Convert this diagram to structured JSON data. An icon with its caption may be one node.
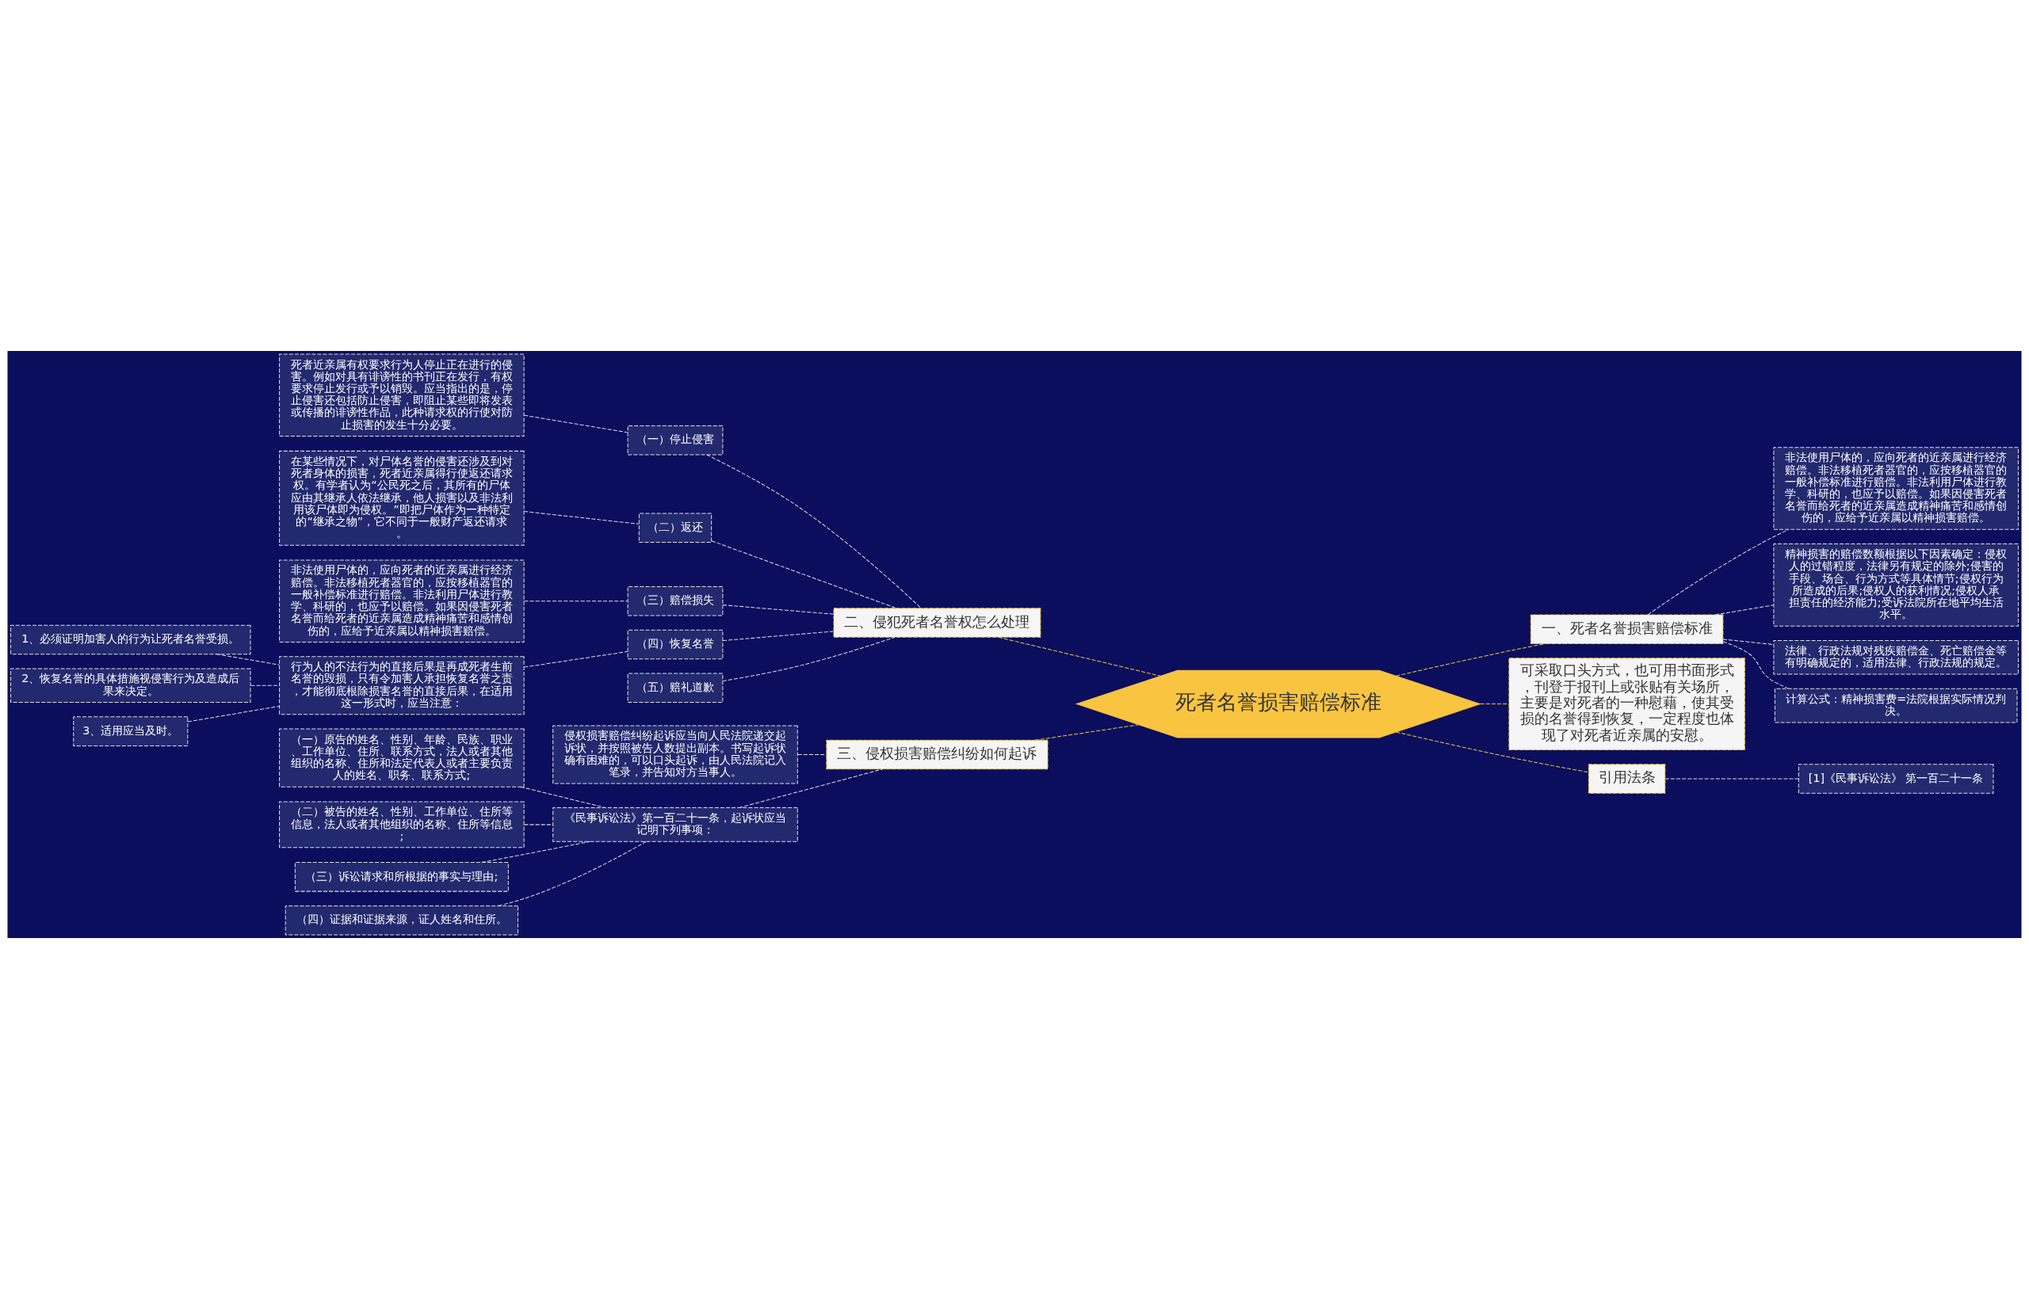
{
  "diagram": {
    "nodes": [
      {
        "text": [
          "死者名誉损害赔偿标准"
        ]
      },
      {
        "text": [
          "二、侵犯死者名誉权怎么处理"
        ]
      },
      {
        "text": [
          "（一）停止侵害"
        ]
      },
      {
        "text": [
          "死者近亲属有权要求行为人停止正在进行的侵害。例如对具有诽谤性的书刊正在发行，有权要求停止发行或予以销毁。应当指出的是，停止侵害还包括防止侵害，即阻止某些即将发表或传播的诽谤性作品，此种请求权的行使对防止损害的发生十分必要。"
        ]
      },
      {
        "text": [
          "（二）返还"
        ]
      },
      {
        "text": [
          "在某些情况下，对尸体名誉的侵害还涉及到对死者身体的损害，死者近亲属得行使返还请求权。有学者认为“公民死之后，其所有的尸体应由其继承人依法继承，他人损害以及非法利用该尸体即为侵权。”即把尸体作为一种特定的“继承之物”，它不同于一般财产返还请求。"
        ]
      },
      {
        "text": [
          "（三）赔偿损失"
        ]
      },
      {
        "text": [
          "非法使用尸体的，应向死者的近亲属进行经济赔偿。非法移植死者器官的，应按移植器官的一般补偿标准进行赔偿。非法利用尸体进行教学、科研的，也应予以赔偿。如果因侵害死者名誉而给死者的近亲属造成精神痛苦和感情创伤的，应给予近亲属以精神损害赔偿。"
        ]
      },
      {
        "text": [
          "（四）恢复名誉"
        ]
      },
      {
        "text": [
          "行为人的不法行为的直接后果是再成死者生前名誉的毁损，只有令加害人承担恢复名誉之责，才能彻底根除损害名誉的直接后果，在适用这一形式时，应当注意："
        ]
      },
      {
        "text": [
          "1、必须证明加害人的行为让死者名誉受损。"
        ]
      },
      {
        "text": [
          "2、恢复名誉的具体措施视侵害行为及造成后果来决定。"
        ]
      },
      {
        "text": [
          "3、适用应当及时。"
        ]
      },
      {
        "text": [
          "（五）赔礼道歉"
        ]
      },
      {
        "text": [
          "三、侵权损害赔偿纠纷如何起诉"
        ]
      },
      {
        "text": [
          "侵权损害赔偿纠纷起诉应当向人民法院递交起诉状，并按照被告人数提出副本。书写起诉状确有困难的，可以口头起诉，由人民法院记入笔录，并告知对方当事人。"
        ]
      },
      {
        "text": [
          "《民事诉讼法》第一百二十一条，起诉状应当记明下列事项："
        ]
      },
      {
        "text": [
          "（一）原告的姓名、性别、年龄、民族、职业、工作单位、住所、联系方式，法人或者其他组织的名称、住所和法定代表人或者主要负责人的姓名、职务、联系方式;"
        ]
      },
      {
        "text": [
          "（二）被告的姓名、性别、工作单位、住所等信息，法人或者其他组织的名称、住所等信息;"
        ]
      },
      {
        "text": [
          "（三）诉讼请求和所根据的事实与理由;"
        ]
      },
      {
        "text": [
          "（四）证据和证据来源，证人姓名和住所。"
        ]
      },
      {
        "text": [
          "一、死者名誉损害赔偿标准"
        ]
      },
      {
        "text": [
          "非法使用尸体的，应向死者的近亲属进行经济赔偿。非法移植死者器官的，应按移植器官的一般补偿标准进行赔偿。非法利用尸体进行教学、科研的，也应予以赔偿。如果因侵害死者名誉而给死者的近亲属造成精神痛苦和感情创伤的，应给予近亲属以精神损害赔偿。"
        ]
      },
      {
        "text": [
          "精神损害的赔偿数额根据以下因素确定：侵权人的过错程度，法律另有规定的除外;侵害的手段、场合、行为方式等具体情节;侵权行为所造成的后果;侵权人的获利情况;侵权人承担责任的经济能力;受诉法院所在地平均生活水平。"
        ]
      },
      {
        "text": [
          "法律、行政法规对残疾赔偿金、死亡赔偿金等有明确规定的，适用法律、行政法规的规定。"
        ]
      },
      {
        "text": [
          "计算公式：精神损害费=法院根据实际情况判决。"
        ]
      },
      {
        "text": [
          "可采取口头方式，也可用书面形式，刊登于报刊上或张贴有关场所，主要是对死者的一种慰藉，使其受损的名誉得到恢复，一定程度也体现了对死者近亲属的安慰。"
        ]
      },
      {
        "text": [
          "引用法条"
        ]
      },
      {
        "text": [
          "[1]《民事诉讼法》 第一百二十一条"
        ]
      }
    ],
    "edges": [
      {
        "from": 0,
        "to": 1,
        "arrow": "none",
        "style": "dashed",
        "color": "#f5c242"
      },
      {
        "from": 1,
        "to": 2,
        "arrow": "none",
        "style": "dashed"
      },
      {
        "from": 2,
        "to": 3,
        "arrow": "none",
        "style": "dashed"
      },
      {
        "from": 1,
        "to": 4,
        "arrow": "none",
        "style": "dashed"
      },
      {
        "from": 4,
        "to": 5,
        "arrow": "none",
        "style": "dashed"
      },
      {
        "from": 1,
        "to": 6,
        "arrow": "none",
        "style": "dashed"
      },
      {
        "from": 6,
        "to": 7,
        "arrow": "none",
        "style": "dashed"
      },
      {
        "from": 1,
        "to": 8,
        "arrow": "none",
        "style": "dashed"
      },
      {
        "from": 8,
        "to": 9,
        "arrow": "none",
        "style": "dashed"
      },
      {
        "from": 9,
        "to": 10,
        "arrow": "none",
        "style": "dashed"
      },
      {
        "from": 9,
        "to": 11,
        "arrow": "none",
        "style": "dashed"
      },
      {
        "from": 9,
        "to": 12,
        "arrow": "none",
        "style": "dashed"
      },
      {
        "from": 1,
        "to": 13,
        "arrow": "none",
        "style": "dashed"
      },
      {
        "from": 0,
        "to": 14,
        "arrow": "none",
        "style": "dashed",
        "color": "#f5c242"
      },
      {
        "from": 14,
        "to": 15,
        "arrow": "none",
        "style": "dashed"
      },
      {
        "from": 14,
        "to": 16,
        "arrow": "none",
        "style": "dashed"
      },
      {
        "from": 16,
        "to": 17,
        "arrow": "none",
        "style": "dashed"
      },
      {
        "from": 16,
        "to": 18,
        "arrow": "none",
        "style": "dashed"
      },
      {
        "from": 16,
        "to": 19,
        "arrow": "none",
        "style": "dashed"
      },
      {
        "from": 16,
        "to": 20,
        "arrow": "none",
        "style": "dashed"
      },
      {
        "from": 0,
        "to": 21,
        "arrow": "none",
        "style": "dashed",
        "color": "#f5c242"
      },
      {
        "from": 21,
        "to": 22,
        "arrow": "none",
        "style": "dashed"
      },
      {
        "from": 21,
        "to": 23,
        "arrow": "none",
        "style": "dashed"
      },
      {
        "from": 21,
        "to": 24,
        "arrow": "none",
        "style": "dashed"
      },
      {
        "from": 21,
        "to": 25,
        "arrow": "none",
        "style": "dashed"
      },
      {
        "from": 0,
        "to": 26,
        "arrow": "none",
        "style": "dashed",
        "color": "#f5c242"
      },
      {
        "from": 0,
        "to": 27,
        "arrow": "none",
        "style": "dashed",
        "color": "#f5c242"
      },
      {
        "from": 27,
        "to": 28,
        "arrow": "none",
        "style": "dashed"
      }
    ]
  }
}
